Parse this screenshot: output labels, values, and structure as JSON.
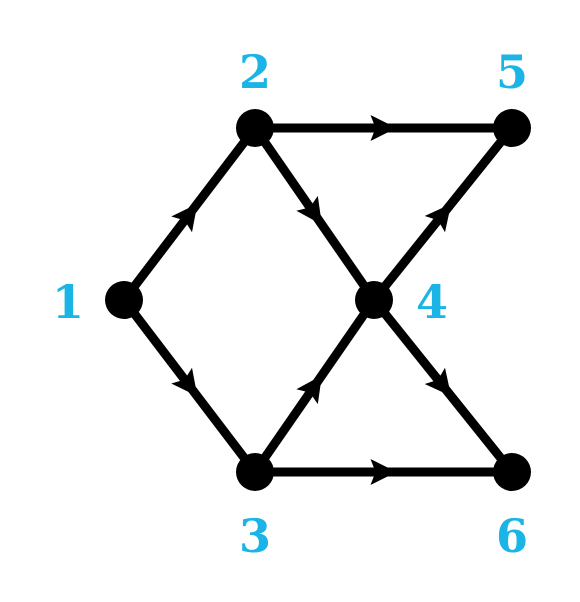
{
  "graph": {
    "directed": true,
    "label_color": "#1ab4e6",
    "edge_color": "#000000",
    "node_color": "#000000",
    "nodes": [
      {
        "id": "1",
        "label": "1"
      },
      {
        "id": "2",
        "label": "2"
      },
      {
        "id": "3",
        "label": "3"
      },
      {
        "id": "4",
        "label": "4"
      },
      {
        "id": "5",
        "label": "5"
      },
      {
        "id": "6",
        "label": "6"
      }
    ],
    "edges": [
      {
        "from": "1",
        "to": "2"
      },
      {
        "from": "1",
        "to": "3"
      },
      {
        "from": "2",
        "to": "5"
      },
      {
        "from": "2",
        "to": "4"
      },
      {
        "from": "3",
        "to": "4"
      },
      {
        "from": "3",
        "to": "6"
      },
      {
        "from": "4",
        "to": "5"
      },
      {
        "from": "4",
        "to": "6"
      }
    ]
  }
}
